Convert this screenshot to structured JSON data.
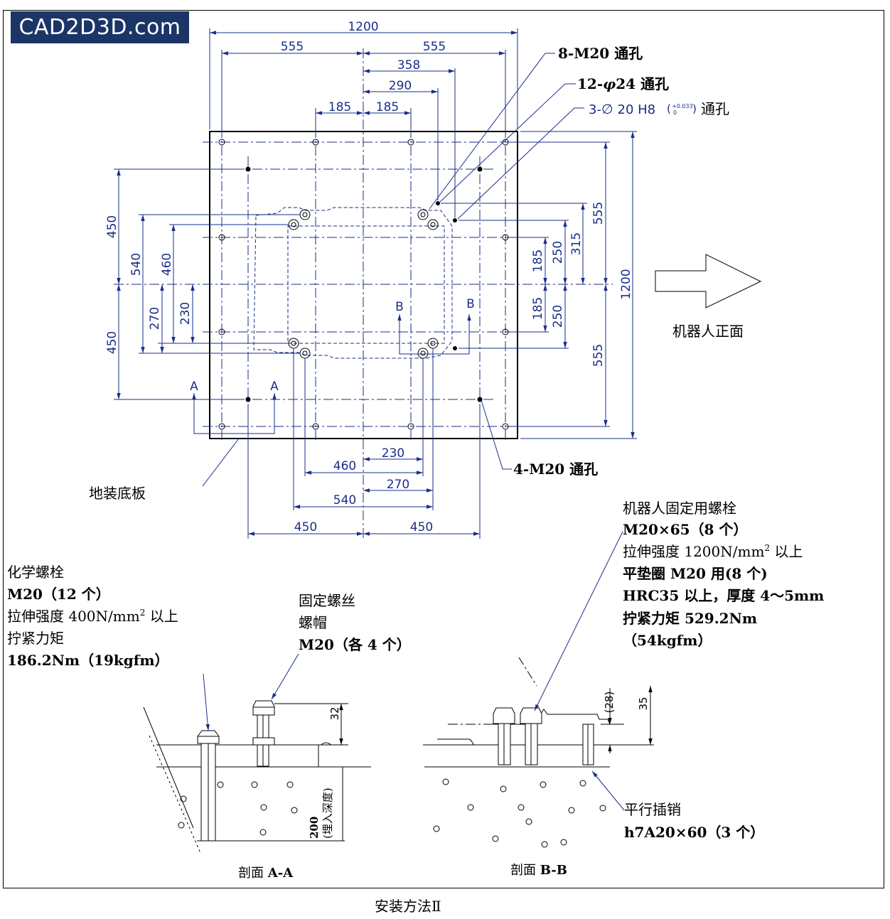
{
  "logo": "CAD2D3D.com",
  "plan": {
    "top_dims": [
      "1200",
      "555",
      "555",
      "358",
      "290",
      "185",
      "185"
    ],
    "bottom_dims": [
      "230",
      "460",
      "270",
      "540",
      "450",
      "450"
    ],
    "left_dims": [
      "450",
      "450",
      "540",
      "270",
      "460",
      "230"
    ],
    "right_dims": [
      "555",
      "315",
      "250",
      "185",
      "185",
      "250",
      "555",
      "1200"
    ],
    "section_marks": {
      "a": "A",
      "b": "B"
    },
    "callouts": {
      "m20_8": "8-M20  通孔",
      "phi24_12_prefix": "12-",
      "phi24_12_sym": "φ",
      "phi24_12_rest": "24  通孔",
      "h8_3_prefix": "3-",
      "h8_3_sym": "∅",
      "h8_3_size": "20 H8",
      "h8_3_tol_upper": "+0.033",
      "h8_3_tol_lower": "0",
      "h8_3_suffix": "通孔",
      "m20_4": "4-M20  通孔",
      "base_plate": "地装底板",
      "robot_front": "机器人正面"
    }
  },
  "notes": {
    "chem_bolt": {
      "l1": "化学螺栓",
      "l2": "M20（12 个）",
      "l3a": "拉伸强度 400N/mm",
      "l3sup": "2",
      "l3b": " 以上",
      "l4": "拧紧力矩",
      "l5": "186.2Nm（19kgfm）"
    },
    "fix_screw": {
      "l1": "固定螺丝",
      "l2": "螺帽",
      "l3": "M20（各 4 个）"
    },
    "robot_bolt": {
      "l1": "机器人固定用螺栓",
      "l2": "M20×65（8 个）",
      "l3a": "拉伸强度 1200N/mm",
      "l3sup": "2",
      "l3b": " 以上",
      "l4": "平垫圈 M20 用(8 个)",
      "l5": "HRC35 以上，厚度 4～5mm",
      "l6": "拧紧力矩  529.2Nm",
      "l7": "（54kgfm）"
    },
    "pin": {
      "l1": "平行插销",
      "l2": "h7A20×60（3 个）"
    }
  },
  "sections": {
    "aa_dim_32": "32",
    "aa_dim_200": "200",
    "aa_dim_depth": "(埋入深度)",
    "aa_title_prefix": "剖面 ",
    "aa_title_bold": "A-A",
    "bb_dim_28": "(28)",
    "bb_dim_35": "35",
    "bb_title_prefix": "剖面 ",
    "bb_title_bold": "B-B"
  },
  "caption": "安装方法Ⅱ"
}
